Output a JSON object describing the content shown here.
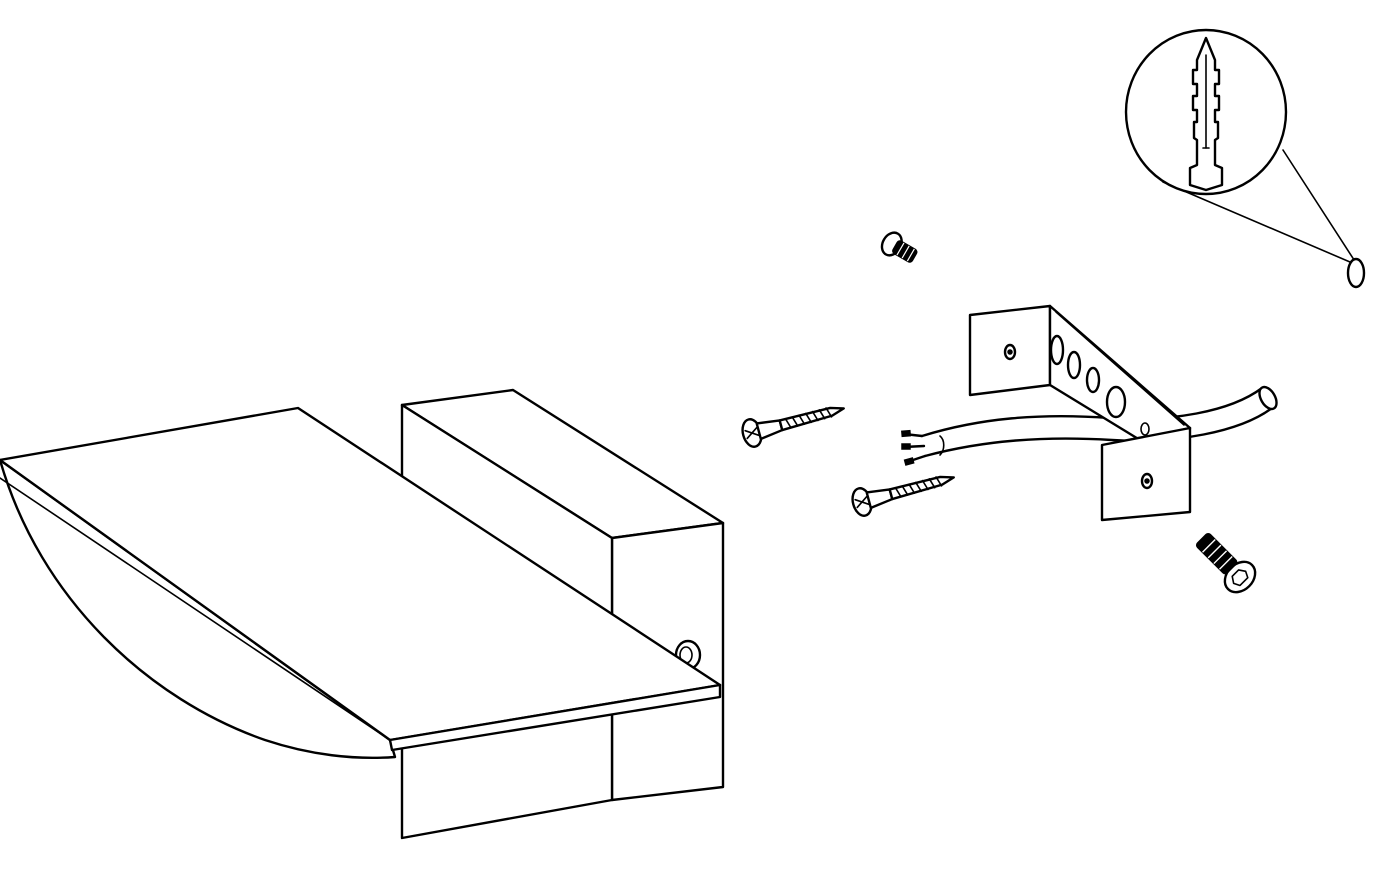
{
  "diagram": {
    "kind": "exploded-assembly-line-drawing",
    "ink_color": "#000000",
    "paper_color": "#ffffff",
    "parts": [
      {
        "name": "lamp-body",
        "icon": "wall-lamp-icon"
      },
      {
        "name": "mounting-bracket",
        "icon": "bracket-icon"
      },
      {
        "name": "supply-cable",
        "icon": "cable-icon"
      },
      {
        "name": "wall-screw",
        "count": 2,
        "icon": "screw-icon"
      },
      {
        "name": "fixing-screw",
        "count": 2,
        "icon": "bolt-icon"
      },
      {
        "name": "wall-plug-detail",
        "icon": "wall-plug-icon"
      }
    ]
  }
}
